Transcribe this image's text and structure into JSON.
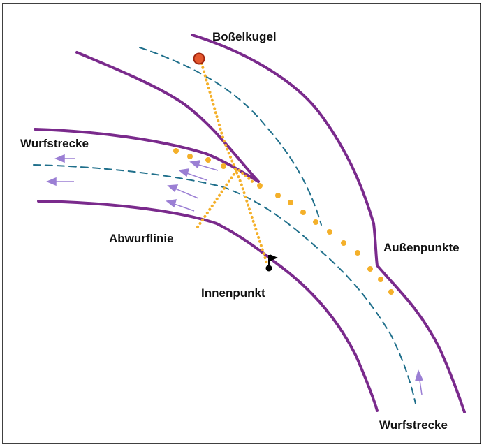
{
  "labels": {
    "bosselkugel": "Boßelkugel",
    "wurfstrecke_top": "Wurfstrecke",
    "abwurflinie": "Abwurflinie",
    "aussenpunkte": "Außenpunkte",
    "innenpunkt": "Innenpunkt",
    "wurfstrecke_bottom": "Wurfstrecke"
  },
  "colors": {
    "road_edge": "#7a2a8c",
    "center_line": "#1f6f8b",
    "dotted_line": "#f4b02a",
    "arrow": "#9b7fd4",
    "ball_fill": "#e4572e",
    "ball_stroke": "#a0260f",
    "flag": "#000000",
    "frame": "#000000"
  },
  "icons": {
    "ball": "ball-icon",
    "flag": "flag-icon",
    "arrow": "direction-arrow-icon"
  }
}
